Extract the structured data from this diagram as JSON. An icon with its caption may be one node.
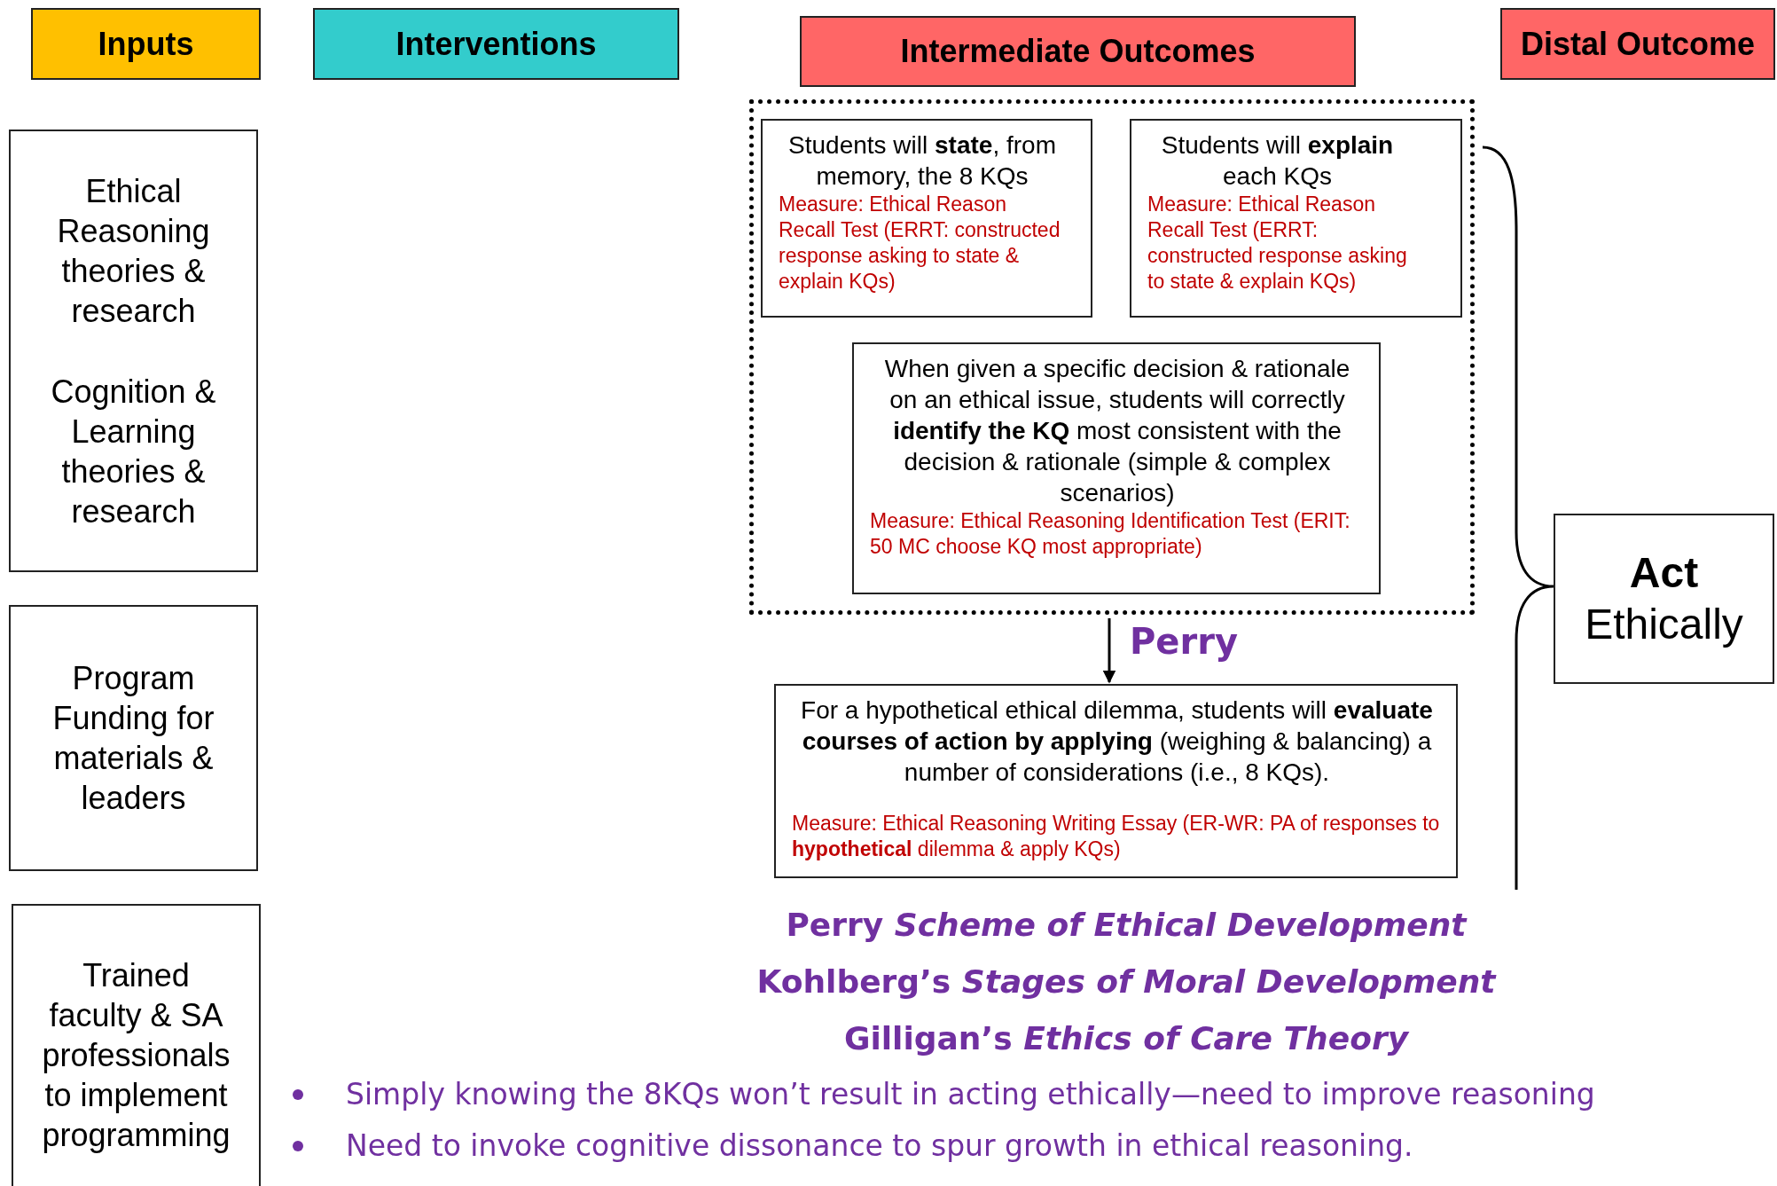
{
  "diagram": {
    "nodes": [
      {
        "text": [
          "Inputs"
        ]
      },
      {
        "text": [
          "Interventions"
        ]
      },
      {
        "text": [
          "Intermediate Outcomes"
        ]
      },
      {
        "text": [
          "Distal Outcome"
        ]
      },
      {
        "text": [
          "Ethical Reasoning theories & research",
          "Cognition & Learning theories & research"
        ]
      },
      {
        "text": [
          "Program Funding for materials & leaders"
        ]
      },
      {
        "text": [
          "Trained faculty & SA professionals to implement programming"
        ]
      },
      {
        "text": [],
        "shape": "box"
      },
      {
        "text": [
          "Students will **state**, from memory, the 8 KQs",
          "Measure: Ethical Reason Recall Test (ERRT: constructed response asking to state & explain KQs)"
        ],
        "in": 7
      },
      {
        "text": [
          "Students will **explain** each KQs",
          "Measure: Ethical Reason Recall Test (ERRT: constructed response asking to state & explain KQs)"
        ],
        "in": 7
      },
      {
        "text": [
          "When given a specific decision & rationale on an ethical issue, students will correctly **identify the KQ** most consistent with the decision & rationale (simple & complex scenarios)",
          "Measure: Ethical Reasoning Identification Test (ERIT: 50 MC choose KQ most appropriate)"
        ],
        "in": 7
      },
      {
        "text": [
          "For a hypothetical ethical dilemma, students will **evaluate courses of action by applying** (weighing & balancing) a number of considerations (i.e., 8 KQs).",
          "Measure: Ethical Reasoning Writing Essay (ER-WR: PA of responses to **hypothetical** dilemma & apply KQs)"
        ]
      },
      {
        "text": [
          "**Act** Ethically"
        ]
      }
    ],
    "edges": [
      {
        "from": 7,
        "to": 11,
        "arrow": "to",
        "label": "Perry"
      }
    ],
    "labels": [
      "Perry *Scheme of Ethical Development*",
      "Kohlberg’s *Stages of Moral Development*",
      "Gilligan’s *Ethics of Care Theory*",
      "Simply knowing the 8KQs won’t result in acting ethically—need to improve reasoning",
      "Need to invoke cognitive dissonance to spur growth in ethical reasoning."
    ]
  }
}
